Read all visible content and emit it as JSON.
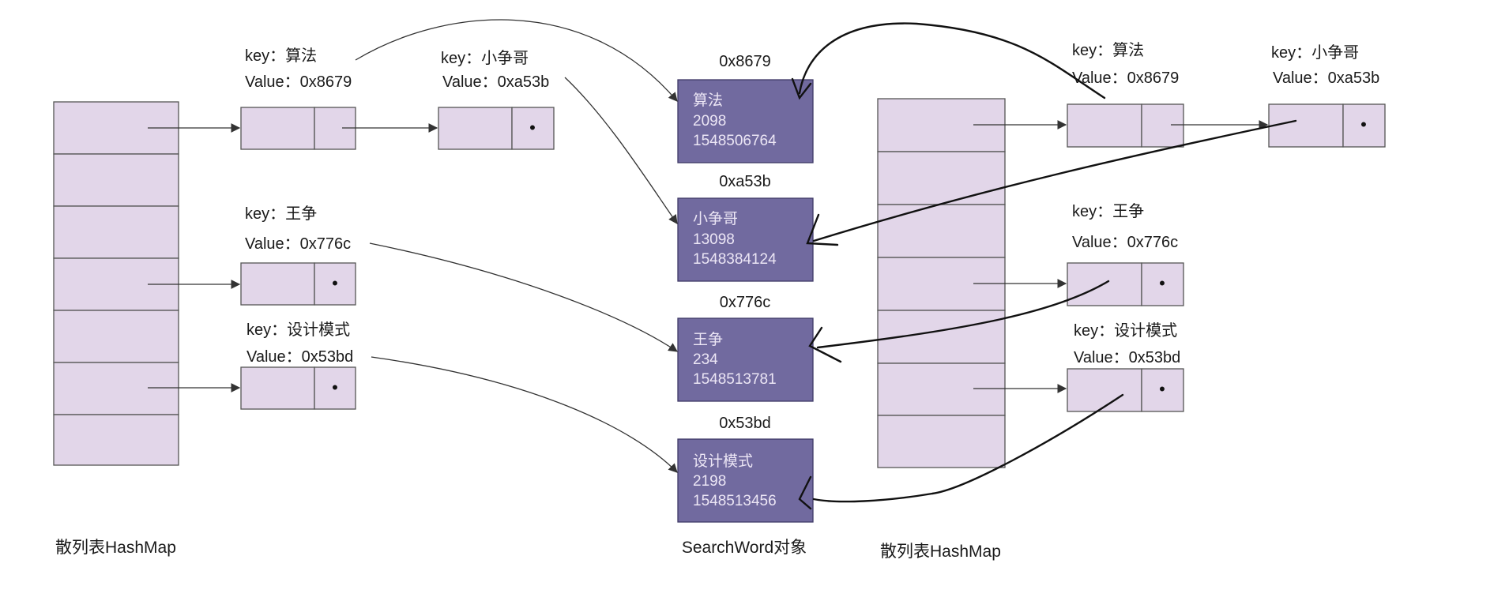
{
  "colors": {
    "cell_fill": "#e2d6e9",
    "cell_stroke": "#555555",
    "object_fill": "#716a9f",
    "object_text": "#ece6f5",
    "arrow": "#333333",
    "handdrawn": "#111111"
  },
  "left_map": {
    "caption": "散列表HashMap",
    "entries": [
      {
        "key": "key：算法",
        "value": "Value：0x8679"
      },
      {
        "key": "key：小争哥",
        "value": "Value：0xa53b"
      },
      {
        "key": "key：王争",
        "value": "Value：0x776c"
      },
      {
        "key": "key：设计模式",
        "value": "Value：0x53bd"
      }
    ]
  },
  "objects": {
    "caption": "SearchWord对象",
    "items": [
      {
        "addr": "0x8679",
        "word": "算法",
        "count": "2098",
        "time": "1548506764"
      },
      {
        "addr": "0xa53b",
        "word": "小争哥",
        "count": "13098",
        "time": "1548384124"
      },
      {
        "addr": "0x776c",
        "word": "王争",
        "count": "234",
        "time": "1548513781"
      },
      {
        "addr": "0x53bd",
        "word": "设计模式",
        "count": "2198",
        "time": "1548513456"
      }
    ]
  },
  "right_map": {
    "caption": "散列表HashMap",
    "entries": [
      {
        "key": "key：算法",
        "value": "Value：0x8679"
      },
      {
        "key": "key：小争哥",
        "value": "Value：0xa53b"
      },
      {
        "key": "key：王争",
        "value": "Value：0x776c"
      },
      {
        "key": "key：设计模式",
        "value": "Value：0x53bd"
      }
    ]
  },
  "null_marker": "•"
}
